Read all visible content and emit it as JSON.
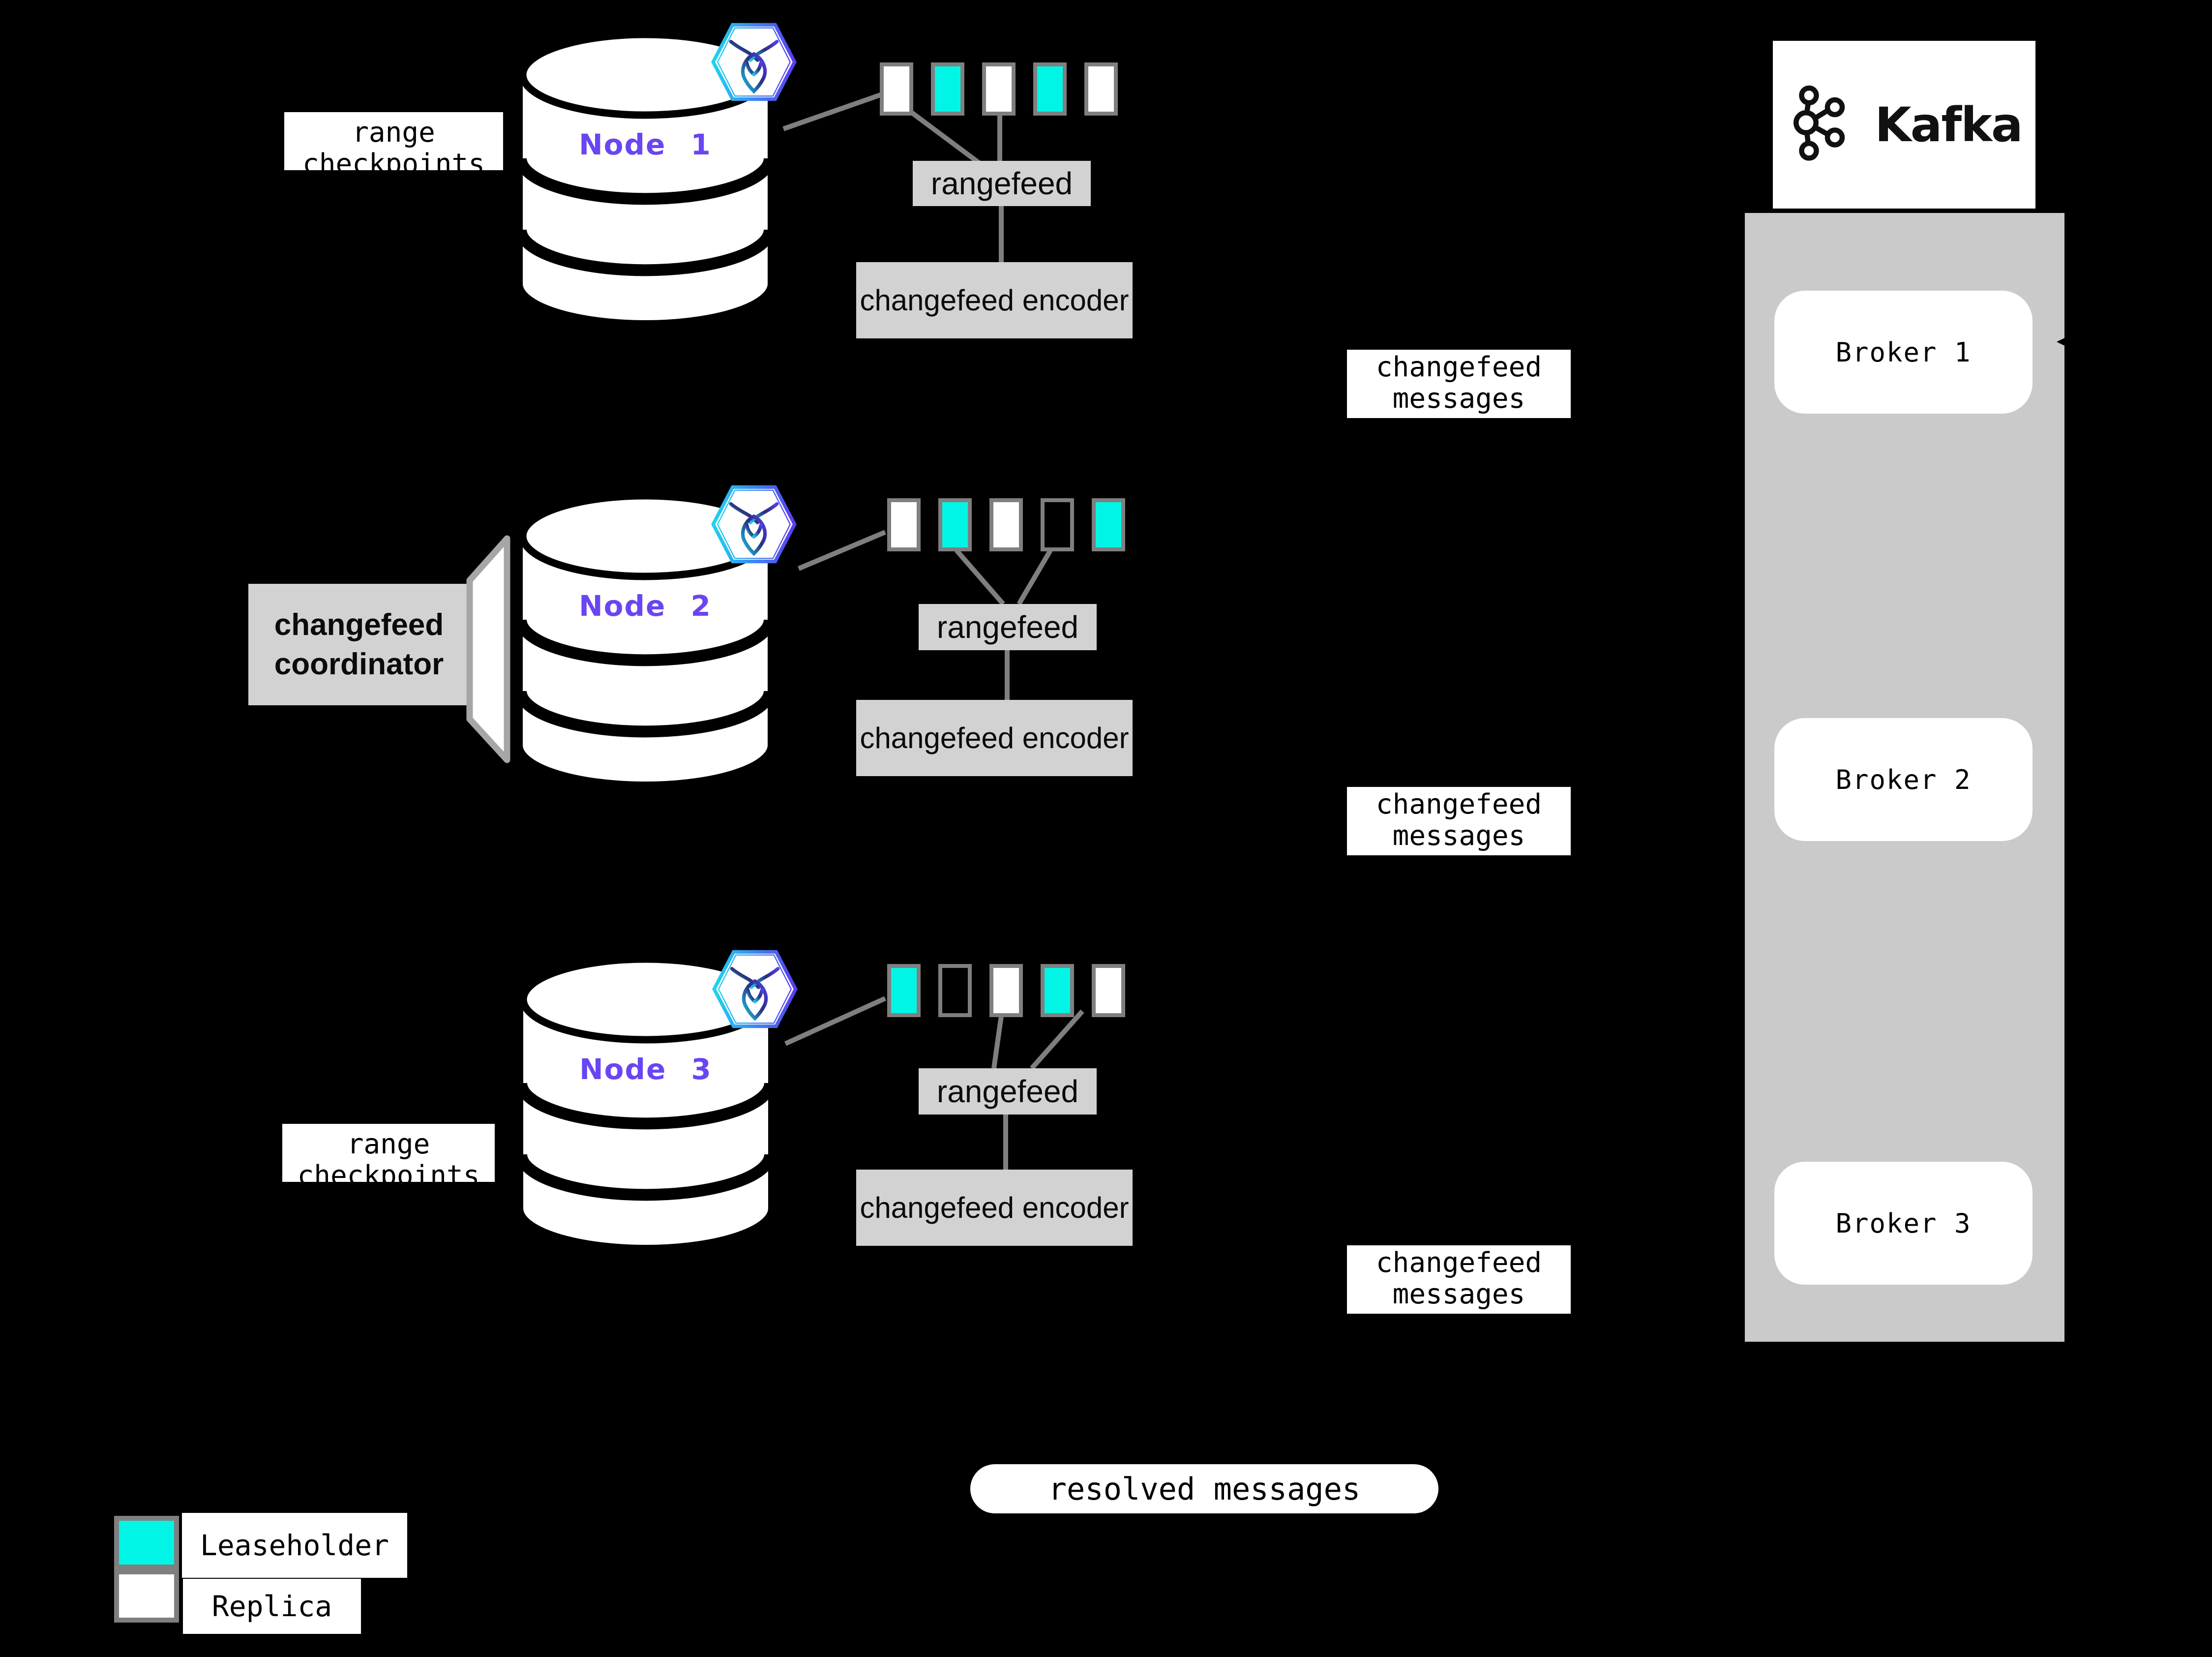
{
  "nodes": [
    {
      "label": "Node 1",
      "icon": "cockroachdb",
      "ranges": [
        "replica",
        "leaseholder",
        "replica",
        "leaseholder",
        "replica"
      ]
    },
    {
      "label": "Node 2",
      "icon": "cockroachdb",
      "ranges": [
        "replica",
        "leaseholder",
        "replica",
        "empty",
        "leaseholder"
      ]
    },
    {
      "label": "Node 3",
      "icon": "cockroachdb",
      "ranges": [
        "leaseholder",
        "empty",
        "replica",
        "leaseholder",
        "replica"
      ]
    }
  ],
  "labels": {
    "range_checkpoints": "range checkpoints",
    "changefeed_coordinator": "changefeed coordinator",
    "rangefeed": "rangefeed",
    "changefeed_encoder": "changefeed encoder",
    "changefeed_messages": "changefeed messages",
    "resolved_messages": "resolved messages"
  },
  "kafka": {
    "brand": "Kafka",
    "brokers": [
      "Broker 1",
      "Broker 2",
      "Broker 3"
    ]
  },
  "legend": [
    {
      "type": "leaseholder",
      "label": "Leaseholder"
    },
    {
      "type": "replica",
      "label": "Replica"
    }
  ],
  "colors": {
    "background": "#000000",
    "leaseholder": "#00f5e6",
    "replica": "#ffffff",
    "node_text": "#6a45f2",
    "box_gray": "#d2d2d2",
    "kafka_container_gray": "#cacaca",
    "line_gray": "#7f7f7f",
    "swatch_border": "#7f7f7f"
  }
}
